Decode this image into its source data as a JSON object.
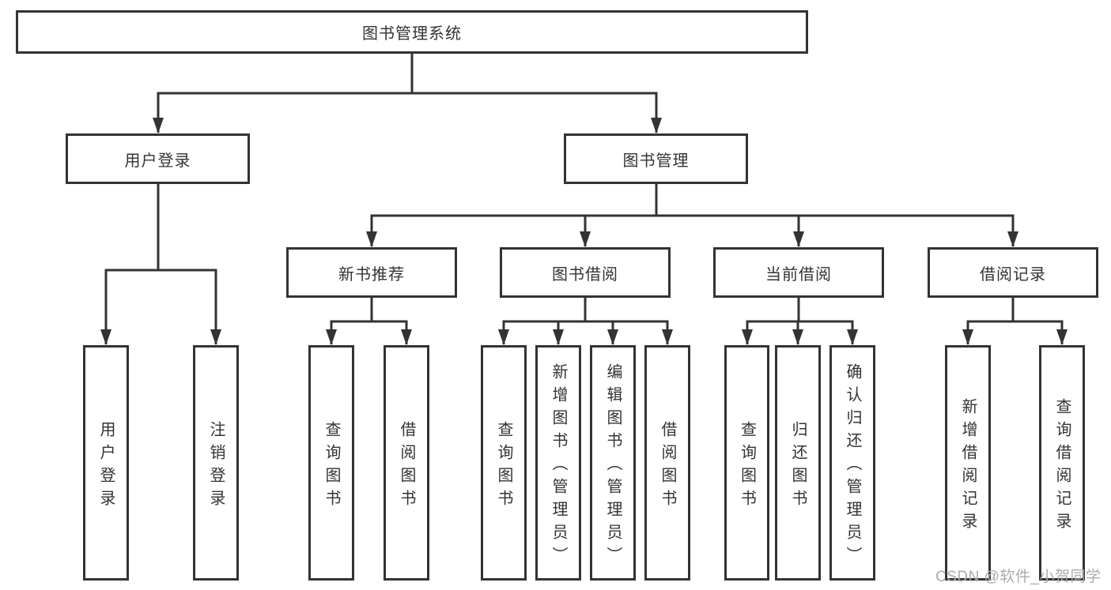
{
  "tree": {
    "label": "图书管理系统",
    "children": [
      {
        "label": "用户登录",
        "children": [
          {
            "label": "用户登录"
          },
          {
            "label": "注销登录"
          }
        ]
      },
      {
        "label": "图书管理",
        "children": [
          {
            "label": "新书推荐",
            "children": [
              {
                "label": "查询图书"
              },
              {
                "label": "借阅图书"
              }
            ]
          },
          {
            "label": "图书借阅",
            "children": [
              {
                "label": "查询图书"
              },
              {
                "label": "新增图书（管理员）"
              },
              {
                "label": "编辑图书（管理员）"
              },
              {
                "label": "借阅图书"
              }
            ]
          },
          {
            "label": "当前借阅",
            "children": [
              {
                "label": "查询图书"
              },
              {
                "label": "归还图书"
              },
              {
                "label": "确认归还（管理员）"
              }
            ]
          },
          {
            "label": "借阅记录",
            "children": [
              {
                "label": "新增借阅记录"
              },
              {
                "label": "查询借阅记录"
              }
            ]
          }
        ]
      }
    ]
  },
  "watermark": "CSDN @软件_小贺同学",
  "colors": {
    "line": "#333333",
    "box_border": "#333333",
    "text": "#333333",
    "watermark": "#ababab",
    "background": "#ffffff"
  }
}
